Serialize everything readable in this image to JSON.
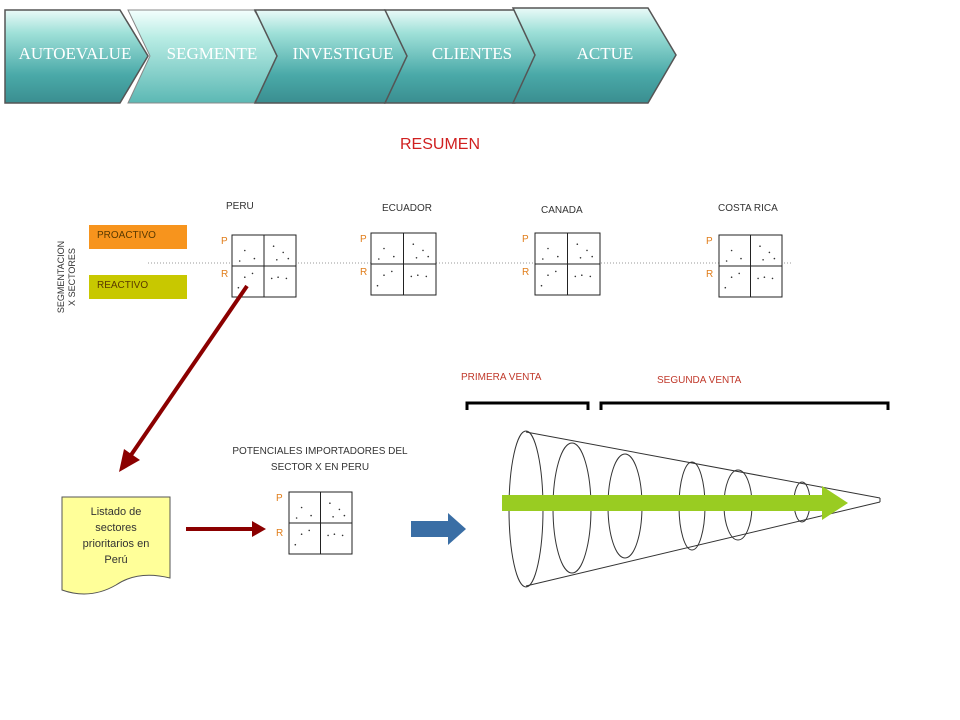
{
  "nav": {
    "steps": [
      "AUTOEVALUE",
      "SEGMENTE",
      "INVESTIGUE",
      "CLIENTES",
      "ACTUE"
    ],
    "active_index": 1
  },
  "title": "RESUMEN",
  "segmentation": {
    "axis_label_line1": "SEGMENTACION",
    "axis_label_line2": "X SECTORES",
    "legend": [
      {
        "label": "PROACTIVO",
        "color": "#f7941d"
      },
      {
        "label": "REACTIVO",
        "color": "#c8c800"
      }
    ]
  },
  "countries": [
    "PERU",
    "ECUADOR",
    "CANADA",
    "COSTA RICA"
  ],
  "matrix_axis": {
    "p": "P",
    "r": "R"
  },
  "list_note": {
    "line1": "Listado de",
    "line2": "sectores",
    "line3": "prioritarios en",
    "line4": "Perú"
  },
  "importers": {
    "line1": "POTENCIALES IMPORTADORES DEL",
    "line2": "SECTOR X EN PERU"
  },
  "funnel": {
    "primera": "PRIMERA VENTA",
    "segunda": "SEGUNDA VENTA"
  },
  "colors": {
    "title": "#d02020",
    "sale_labels": "#c0392b",
    "dark_red_arrow": "#8b0000",
    "blue_arrow": "#3a6ea5",
    "green_arrow": "#99cc22"
  }
}
